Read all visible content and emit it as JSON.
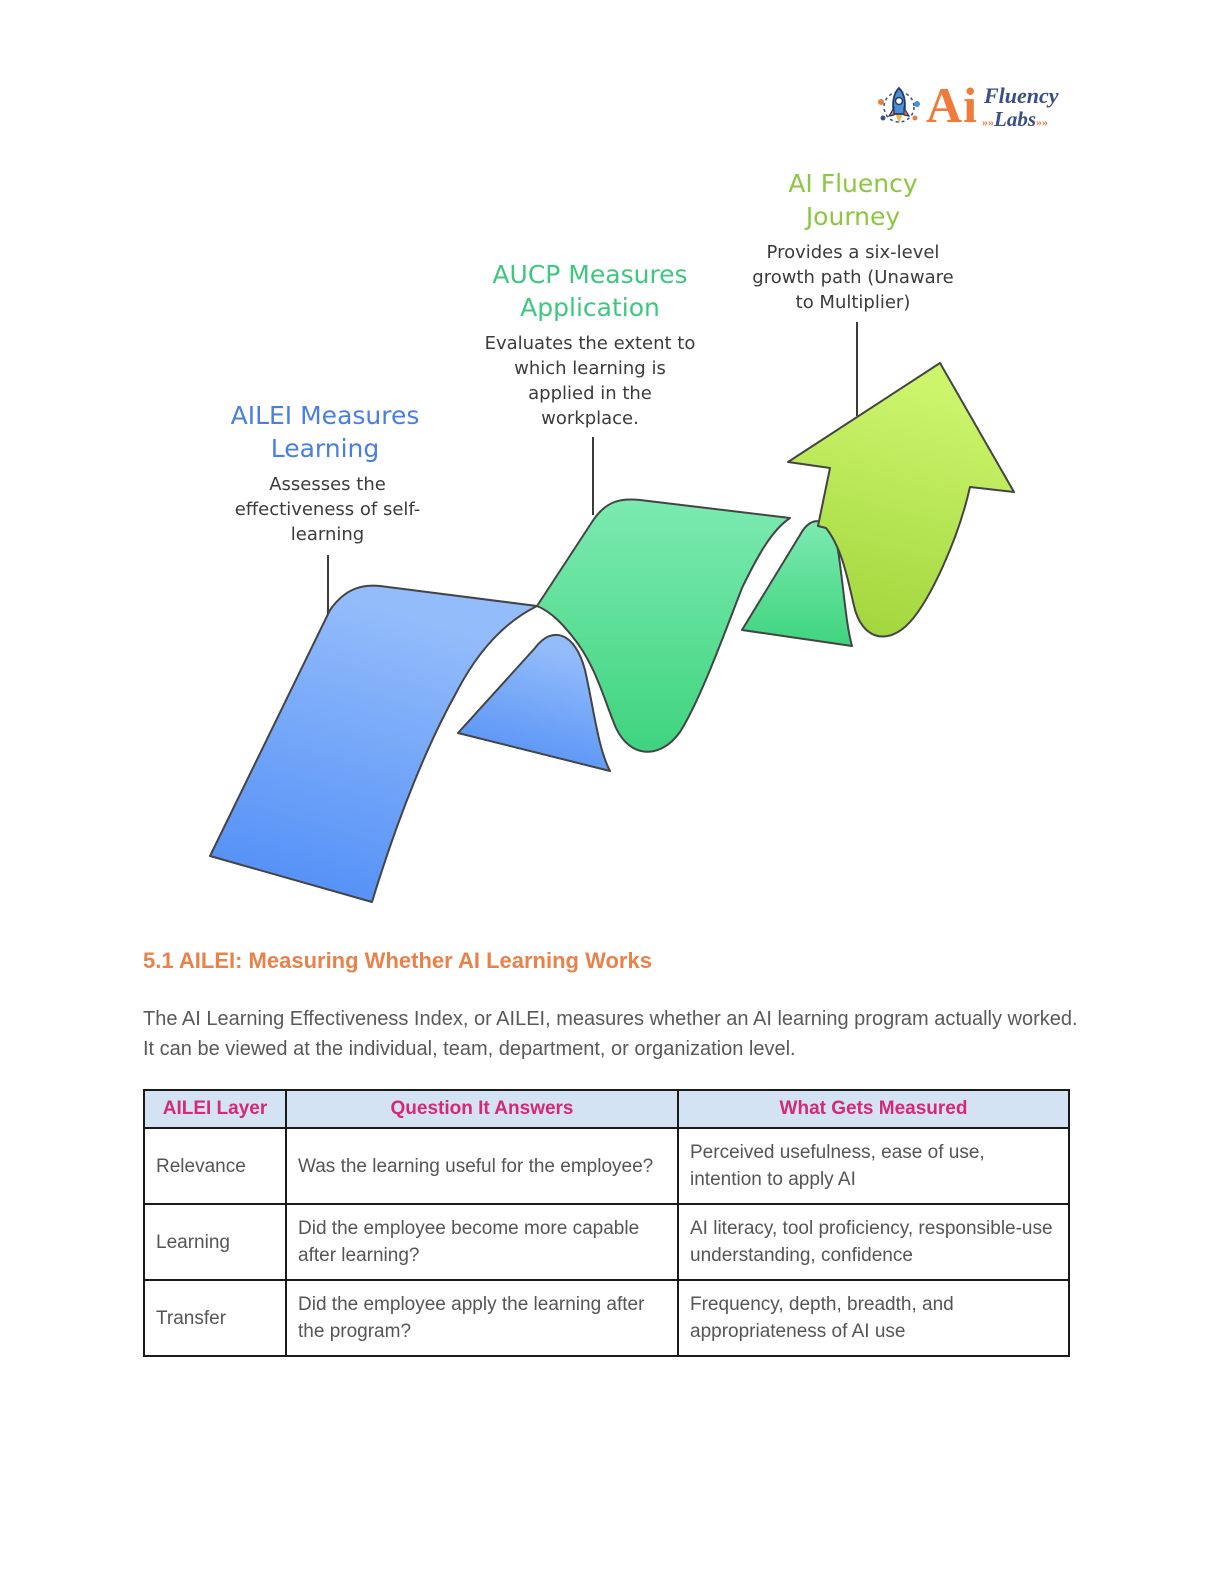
{
  "logo": {
    "mark": "Ai",
    "word1": "Fluency",
    "word2": "Labs",
    "chevrons": "»»",
    "icon": "rocket-icon"
  },
  "diagram": {
    "stages": [
      {
        "title_line1": "AILEI Measures",
        "title_line2": "Learning",
        "desc_lines": [
          "Assesses the",
          "effectiveness of self-",
          "learning"
        ],
        "color": "#4a7fe0"
      },
      {
        "title_line1": "AUCP Measures",
        "title_line2": "Application",
        "desc_lines": [
          "Evaluates the extent to",
          "which learning is",
          "applied in the",
          "workplace."
        ],
        "color": "#3ec77e"
      },
      {
        "title_line1": "AI Fluency",
        "title_line2": "Journey",
        "desc_lines": [
          "Provides a six-level",
          "growth path (Unaware",
          "to Multiplier)"
        ],
        "color": "#8dc63f"
      }
    ]
  },
  "section": {
    "title": "5.1 AILEI: Measuring Whether AI Learning Works",
    "intro": "The AI Learning Effectiveness Index, or AILEI, measures whether an AI learning program actually worked. It can be viewed at the individual, team, department, or organization level."
  },
  "table": {
    "headers": [
      "AILEI Layer",
      "Question It Answers",
      "What Gets Measured"
    ],
    "rows": [
      [
        "Relevance",
        "Was the learning useful for the employee?",
        "Perceived usefulness, ease of use, intention to apply AI"
      ],
      [
        "Learning",
        "Did the employee become more capable after learning?",
        "AI literacy, tool proficiency, responsible-use understanding, confidence"
      ],
      [
        "Transfer",
        "Did the employee apply the learning after the program?",
        "Frequency, depth, breadth, and appropriateness of AI use"
      ]
    ]
  }
}
